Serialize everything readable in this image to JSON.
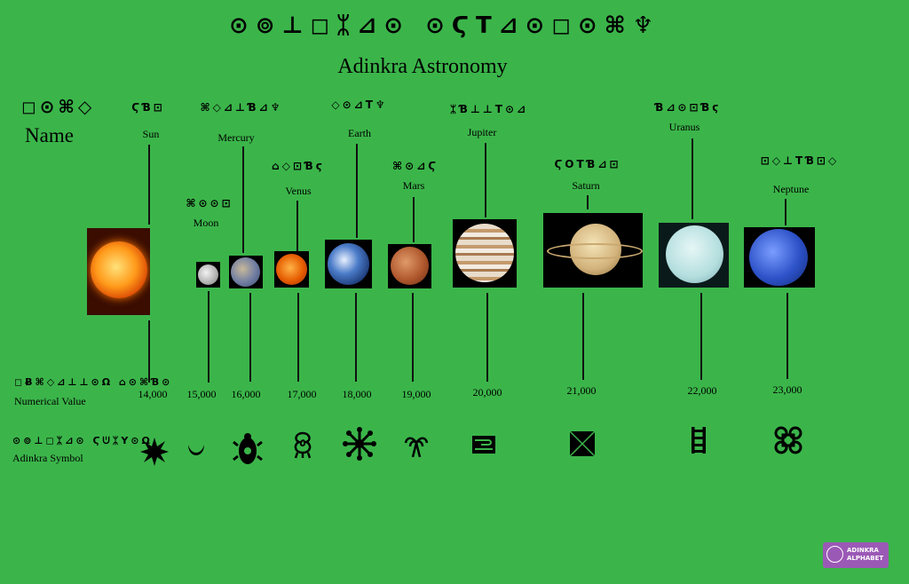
{
  "header": {
    "glyph_title": "⊙⊚⊥◻ᛯ⊿⊙ ⊙ϚΤ⊿⊙◻⊙⌘♆",
    "title": "Adinkra Astronomy"
  },
  "labels": {
    "name_glyphs": "◻⊙⌘◇",
    "name": "Name",
    "numerical_glyphs": "◻Ƀ⌘◇⊿⊥⊥⊙Ω ⌂⊙⌘Ɓ⊙",
    "numerical": "Numerical Value",
    "symbol_glyphs": "⊙⊚⊥◻ᛯ⊿⊙ ϚᕫᛯΥ⊙Ω",
    "symbol": "Adinkra Symbol"
  },
  "bodies": [
    {
      "glyphs": "ϚƁ⊡",
      "name": "Sun",
      "value": "14,000",
      "symbol_icon": "eight-point-star-icon",
      "image_icon": "sun-image"
    },
    {
      "glyphs": "⌘⊙⊙⊡",
      "name": "Moon",
      "value": "15,000",
      "symbol_icon": "crescent-icon",
      "image_icon": "moon-image"
    },
    {
      "glyphs": "⌘◇⊿⊥Ɓ⊿♆",
      "name": "Mercury",
      "value": "16,000",
      "symbol_icon": "gye-nyame-icon",
      "image_icon": "mercury-image"
    },
    {
      "glyphs": "⌂◇⊡Ɓϛ",
      "name": "Venus",
      "value": "17,000",
      "symbol_icon": "sankofa-icon",
      "image_icon": "venus-image"
    },
    {
      "glyphs": "◇⊙⊿Τ♆",
      "name": "Earth",
      "value": "18,000",
      "symbol_icon": "sunburst-icon",
      "image_icon": "earth-image"
    },
    {
      "glyphs": "⌘⊙⊿Ϛ",
      "name": "Mars",
      "value": "19,000",
      "symbol_icon": "palm-tree-icon",
      "image_icon": "mars-image"
    },
    {
      "glyphs": "ᛯƁ⊥⊥Τ⊙⊿",
      "name": "Jupiter",
      "value": "20,000",
      "symbol_icon": "wave-icon",
      "image_icon": "jupiter-image"
    },
    {
      "glyphs": "ϚΟΤƁ⊿⊡",
      "name": "Saturn",
      "value": "21,000",
      "symbol_icon": "maltese-cross-icon",
      "image_icon": "saturn-image"
    },
    {
      "glyphs": "Ɓ⊿⊙⊡Ɓϛ",
      "name": "Uranus",
      "value": "22,000",
      "symbol_icon": "ladder-icon",
      "image_icon": "uranus-image"
    },
    {
      "glyphs": "⊡◇⊥ΤƁ⊡◇",
      "name": "Neptune",
      "value": "23,000",
      "symbol_icon": "four-circles-icon",
      "image_icon": "neptune-image"
    }
  ],
  "logo": {
    "line1": "ADINKRA",
    "line2": "ALPHABET"
  },
  "colors": {
    "background": "#3bb54a",
    "logo": "#9b59b6"
  }
}
